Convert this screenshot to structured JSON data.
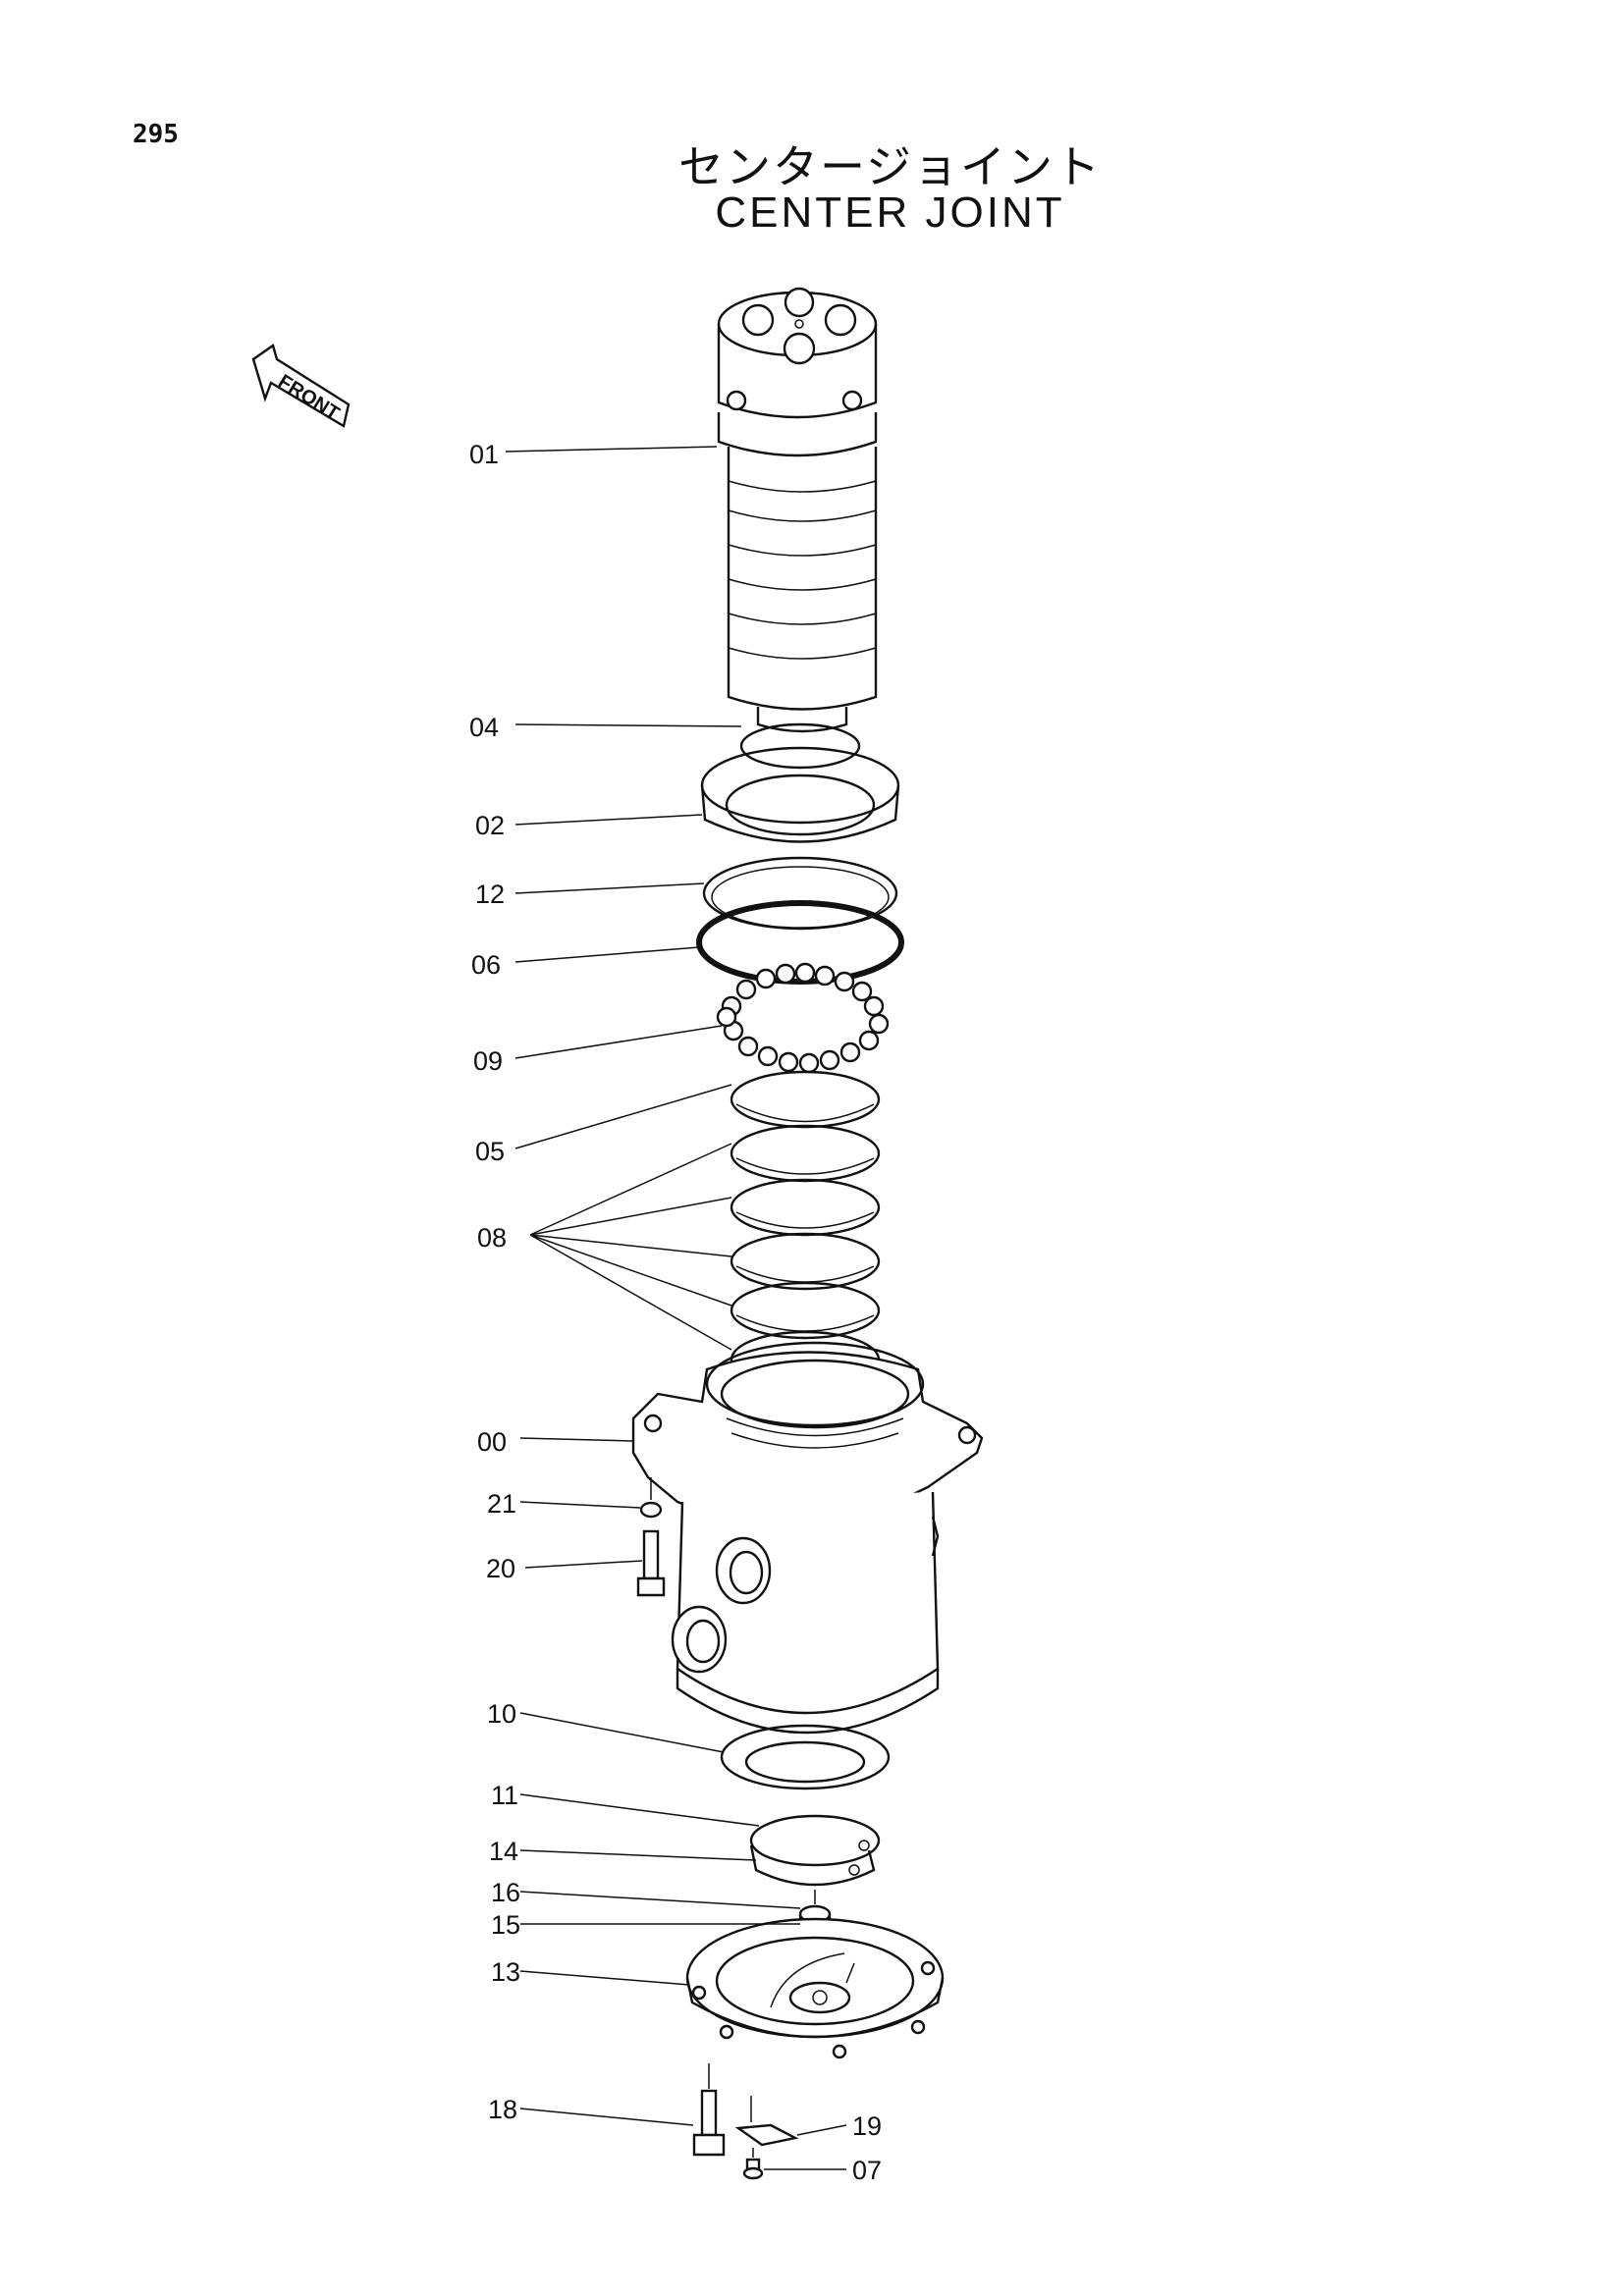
{
  "page_number": "295",
  "title_jp": "センタージョイント",
  "title_en": "CENTER JOINT",
  "front_label": "FRONT",
  "callouts": [
    "01",
    "04",
    "02",
    "12",
    "06",
    "09",
    "05",
    "08",
    "00",
    "21",
    "20",
    "10",
    "11",
    "14",
    "16",
    "15",
    "13",
    "18",
    "19",
    "07"
  ]
}
